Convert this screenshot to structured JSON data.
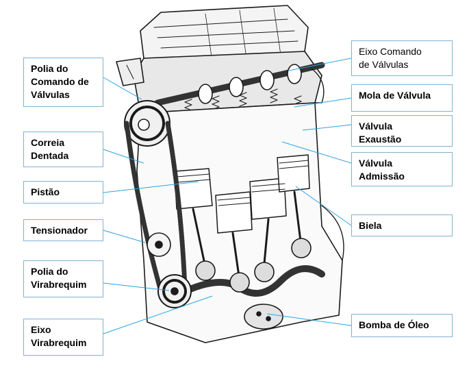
{
  "colors": {
    "leader": "#29a3e0",
    "box_border": "#7fb2d4",
    "ink": "#1a1a1a"
  },
  "labels": {
    "polia_comando": "Polia do\nComando de\nVálvulas",
    "correia": "Correia\nDentada",
    "pistao": "Pistão",
    "tensionador": "Tensionador",
    "polia_virabrequim": "Polia do\nVirabrequim",
    "eixo_virabrequim": "Eixo\nVirabrequim",
    "eixo_comando": "Eixo Comando\nde Válvulas",
    "mola": "Mola de Válvula",
    "valvula_exaustao": "Válvula\nExaustão",
    "valvula_admissao": "Válvula\nAdmissão",
    "biela": "Biela",
    "bomba_oleo": "Bomba de Óleo"
  }
}
